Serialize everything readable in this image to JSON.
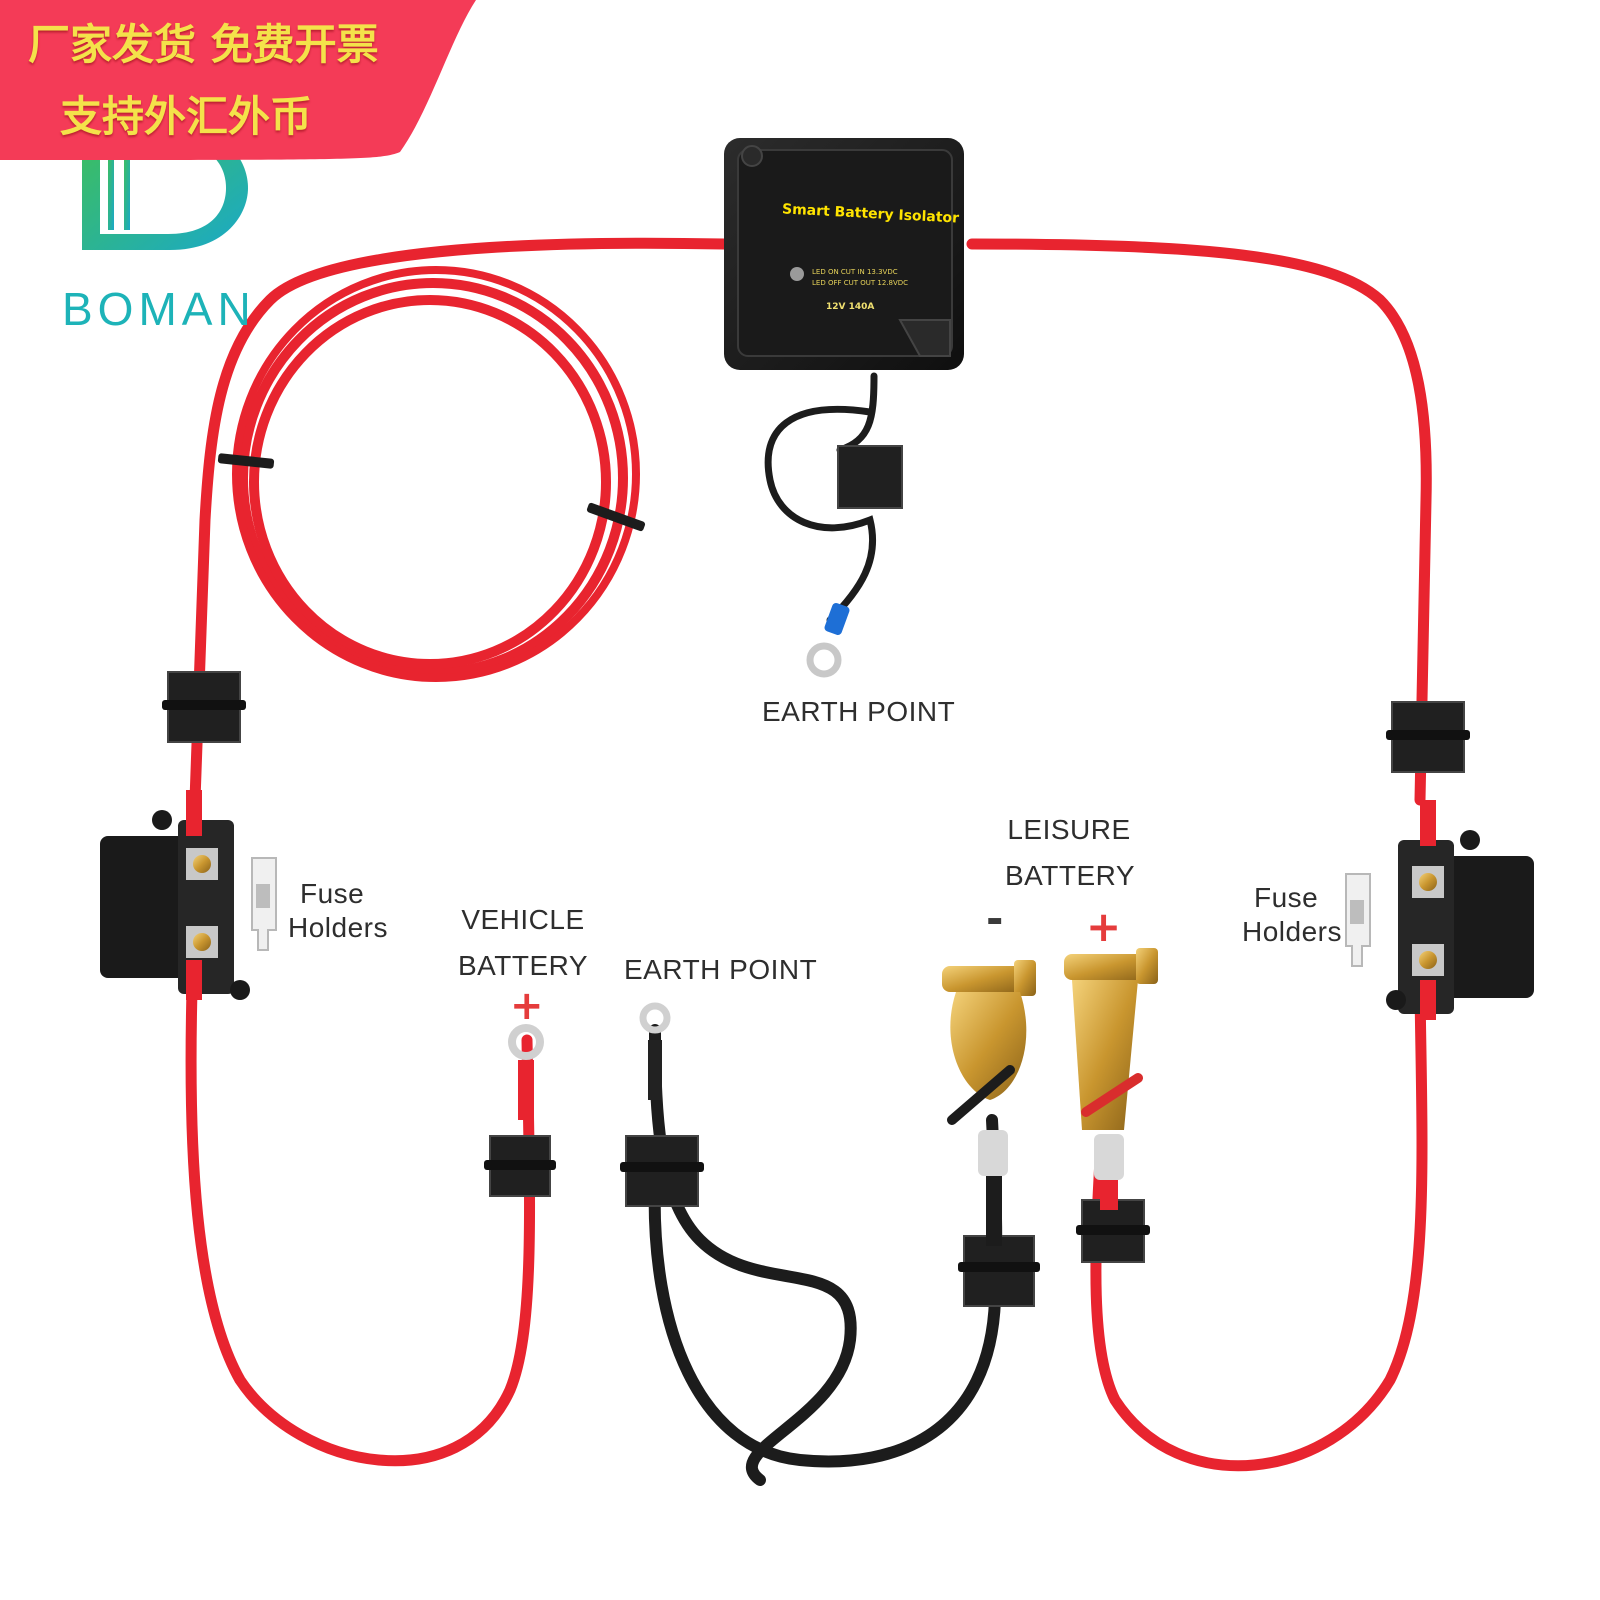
{
  "banner": {
    "line1": "厂家发货 免费开票",
    "line2": "支持外汇外币",
    "bg_color": "#f43b57",
    "text_color": "#f4e24a"
  },
  "brand": {
    "name": "BOMAN",
    "color": "#1db3b8"
  },
  "isolator": {
    "title": "Smart Battery Isolator",
    "led_on": "LED ON CUT IN 13.3VDC",
    "led_off": "LED OFF CUT OUT 12.8VDC",
    "rating": "12V 140A",
    "title_color": "#ffe400"
  },
  "labels": {
    "earth_point_top": "EARTH POINT",
    "earth_point_bottom": "EARTH POINT",
    "leisure_battery_1": "LEISURE",
    "leisure_battery_2": "BATTERY",
    "vehicle_battery_1": "VEHICLE",
    "vehicle_battery_2": "BATTERY",
    "fuse_left_1": "Fuse",
    "fuse_left_2": "Holders",
    "fuse_right_1": "Fuse",
    "fuse_right_2": "Holders",
    "plus_vehicle": "+",
    "plus_leisure": "+",
    "minus_leisure": "-"
  },
  "colors": {
    "red_cable": "#e8242f",
    "black_cable": "#1c1c1c",
    "plus_sign": "#e53c3c",
    "minus_sign": "#3a3a3a",
    "terminal_gold": "#d2a23a"
  }
}
